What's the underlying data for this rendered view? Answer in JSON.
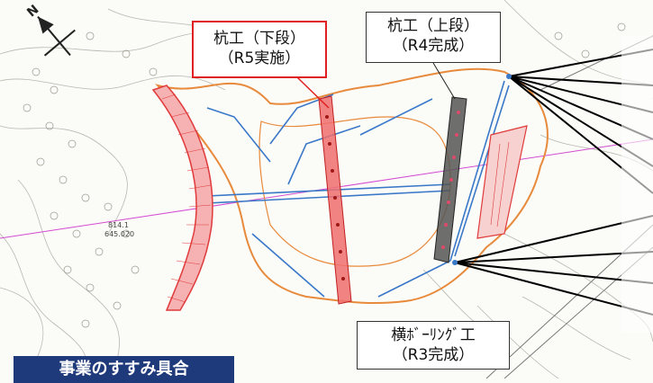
{
  "callouts": {
    "lower_pile": {
      "line1": "杭工（下段）",
      "line2": "（R5実施）"
    },
    "upper_pile": {
      "line1": "杭工（上段）",
      "line2": "（R4完成）"
    },
    "boring": {
      "line1": "横ﾎﾞｰﾘﾝｸﾞ工",
      "line2": "（R3完成）"
    }
  },
  "banner": {
    "text": "事業のすすみ具合"
  },
  "map_labels": {
    "elevation_1": "814.1",
    "elevation_2": "645.020"
  },
  "compass": {
    "label": "N"
  },
  "colors": {
    "lower_pile_fill": "#ef6f6f",
    "upper_pile_fill": "#555555",
    "boring_line": "#3a78c8",
    "slide_outline": "#e88a3c",
    "retaining_wall": "#e03a3a",
    "banner_bg": "#1f3a7a"
  },
  "icons": [
    "north-arrow-icon"
  ]
}
